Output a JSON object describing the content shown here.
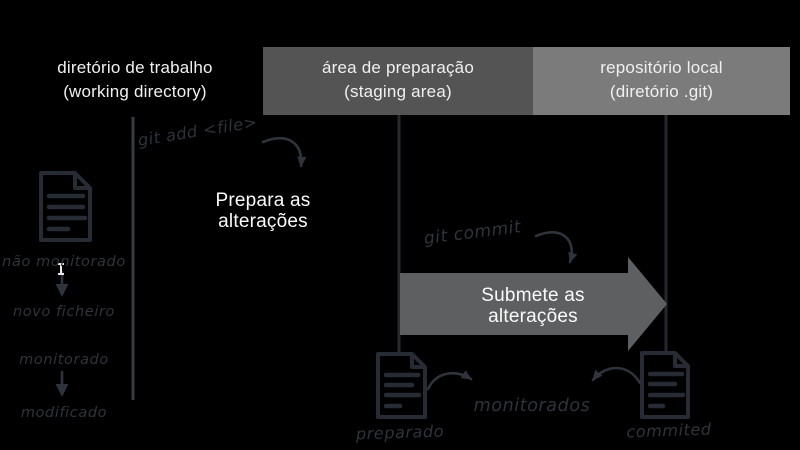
{
  "columns": [
    {
      "line1": "diretório de trabalho",
      "line2": "(working directory)"
    },
    {
      "line1": "área de preparação",
      "line2": "(staging area)"
    },
    {
      "line1": "repositório local",
      "line2": "(diretório .git)"
    }
  ],
  "commands": {
    "git_add": "git add <file>",
    "git_commit": "git commit"
  },
  "actions": {
    "prepare_line1": "Prepara as",
    "prepare_line2": "alterações",
    "submit_line1": "Submete as",
    "submit_line2": "alterações"
  },
  "file_states": {
    "untracked": "não monitorado",
    "new_file": "novo ficheiro",
    "tracked": "monitorado",
    "modified": "modificado",
    "staged": "preparado",
    "tracked_plural": "monitorados",
    "committed": "commited"
  },
  "icons": {
    "file": "document-icon",
    "down_arrow": "down-arrow-icon",
    "curved_arrow": "curved-arrow-icon",
    "text_cursor": "ibeam-cursor-icon"
  },
  "colors": {
    "background": "#000000",
    "heading_text": "#f0f0f0",
    "staging_box": "#545454",
    "repo_box": "#7b7b7b",
    "big_arrow": "#5d5f61",
    "hand_text": "#2f333b",
    "icon_stroke": "#272b33",
    "line_left": "#383b42",
    "line_mid": "#26282e"
  }
}
